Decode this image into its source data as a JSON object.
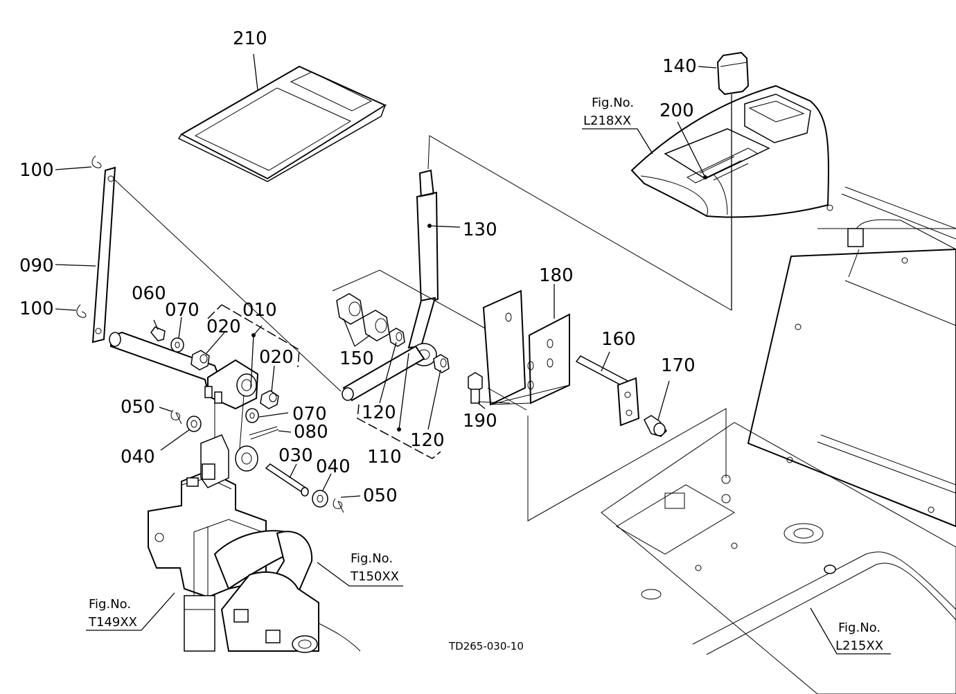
{
  "callouts": {
    "p210": "210",
    "p140": "140",
    "p200": "200",
    "p100a": "100",
    "p090": "090",
    "p100b": "100",
    "p060": "060",
    "p070a": "070",
    "p010": "010",
    "p020a": "020",
    "p020b": "020",
    "p130": "130",
    "p180": "180",
    "p160": "160",
    "p170": "170",
    "p150": "150",
    "p120a": "120",
    "p120b": "120",
    "p110": "110",
    "p190": "190",
    "p050a": "050",
    "p070b": "070",
    "p080": "080",
    "p040a": "040",
    "p030": "030",
    "p040b": "040",
    "p050b": "050"
  },
  "figure_refs": {
    "l218": {
      "label": "Fig.No.",
      "code": "L218XX"
    },
    "t150": {
      "label": "Fig.No.",
      "code": "T150XX"
    },
    "t149": {
      "label": "Fig.No.",
      "code": "T149XX"
    },
    "l215": {
      "label": "Fig.No.",
      "code": "L215XX"
    }
  },
  "drawing_code": "TD265-030-10"
}
